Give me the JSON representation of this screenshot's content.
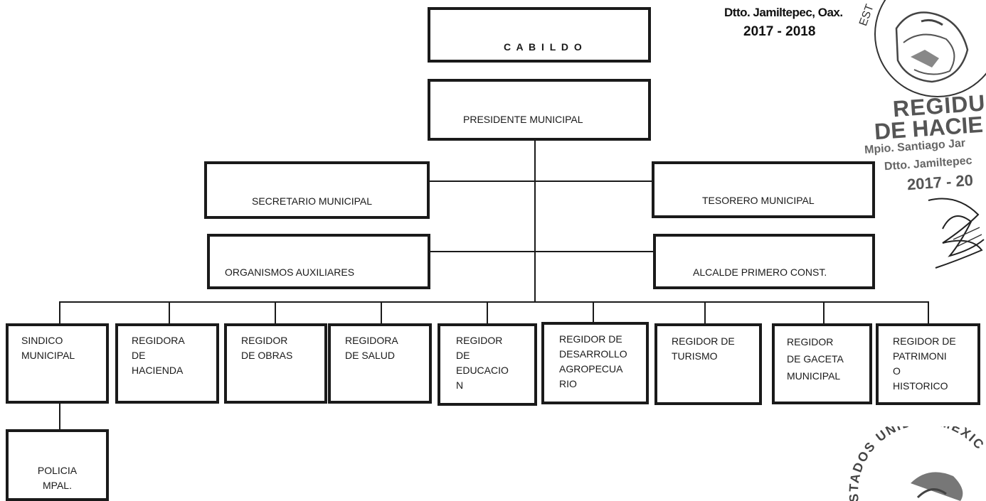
{
  "org_chart": {
    "cabildo": "C A B I L D O",
    "presidente": "PRESIDENTE MUNICIPAL",
    "secretario": "SECRETARIO MUNICIPAL",
    "tesorero": "TESORERO MUNICIPAL",
    "organismos": "ORGANISMOS AUXILIARES",
    "alcalde": "ALCALDE PRIMERO CONST.",
    "regidores": [
      "SINDICO\nMUNICIPAL",
      "REGIDORA\nDE\nHACIENDA",
      "REGIDOR\nDE OBRAS",
      "REGIDORA\nDE SALUD",
      "REGIDOR\nDE\nEDUCACIO\nN",
      "REGIDOR DE\nDESARROLLO\nAGROPECUA\nRIO",
      "REGIDOR DE\nTURISMO",
      "REGIDOR\nDE GACETA\nMUNICIPAL",
      "REGIDOR DE\nPATRIMONI\nO\nHISTORICO"
    ],
    "policia": "POLICIA\nMPAL."
  },
  "stamps": {
    "top_line1": "Dtto. Jamiltepec, Oax.",
    "top_line2": "2017 - 2018",
    "right_line1": "REGIDUR",
    "right_line2": "DE HACIE",
    "right_line3": "Mpio. Santiago Jar",
    "right_line4": "Dtto. Jamiltepec",
    "right_line5": "2017 - 20",
    "seal_bottom": "ESTADOS UNIDOS MEXICANOS",
    "seal_top": "ESTADOS"
  }
}
